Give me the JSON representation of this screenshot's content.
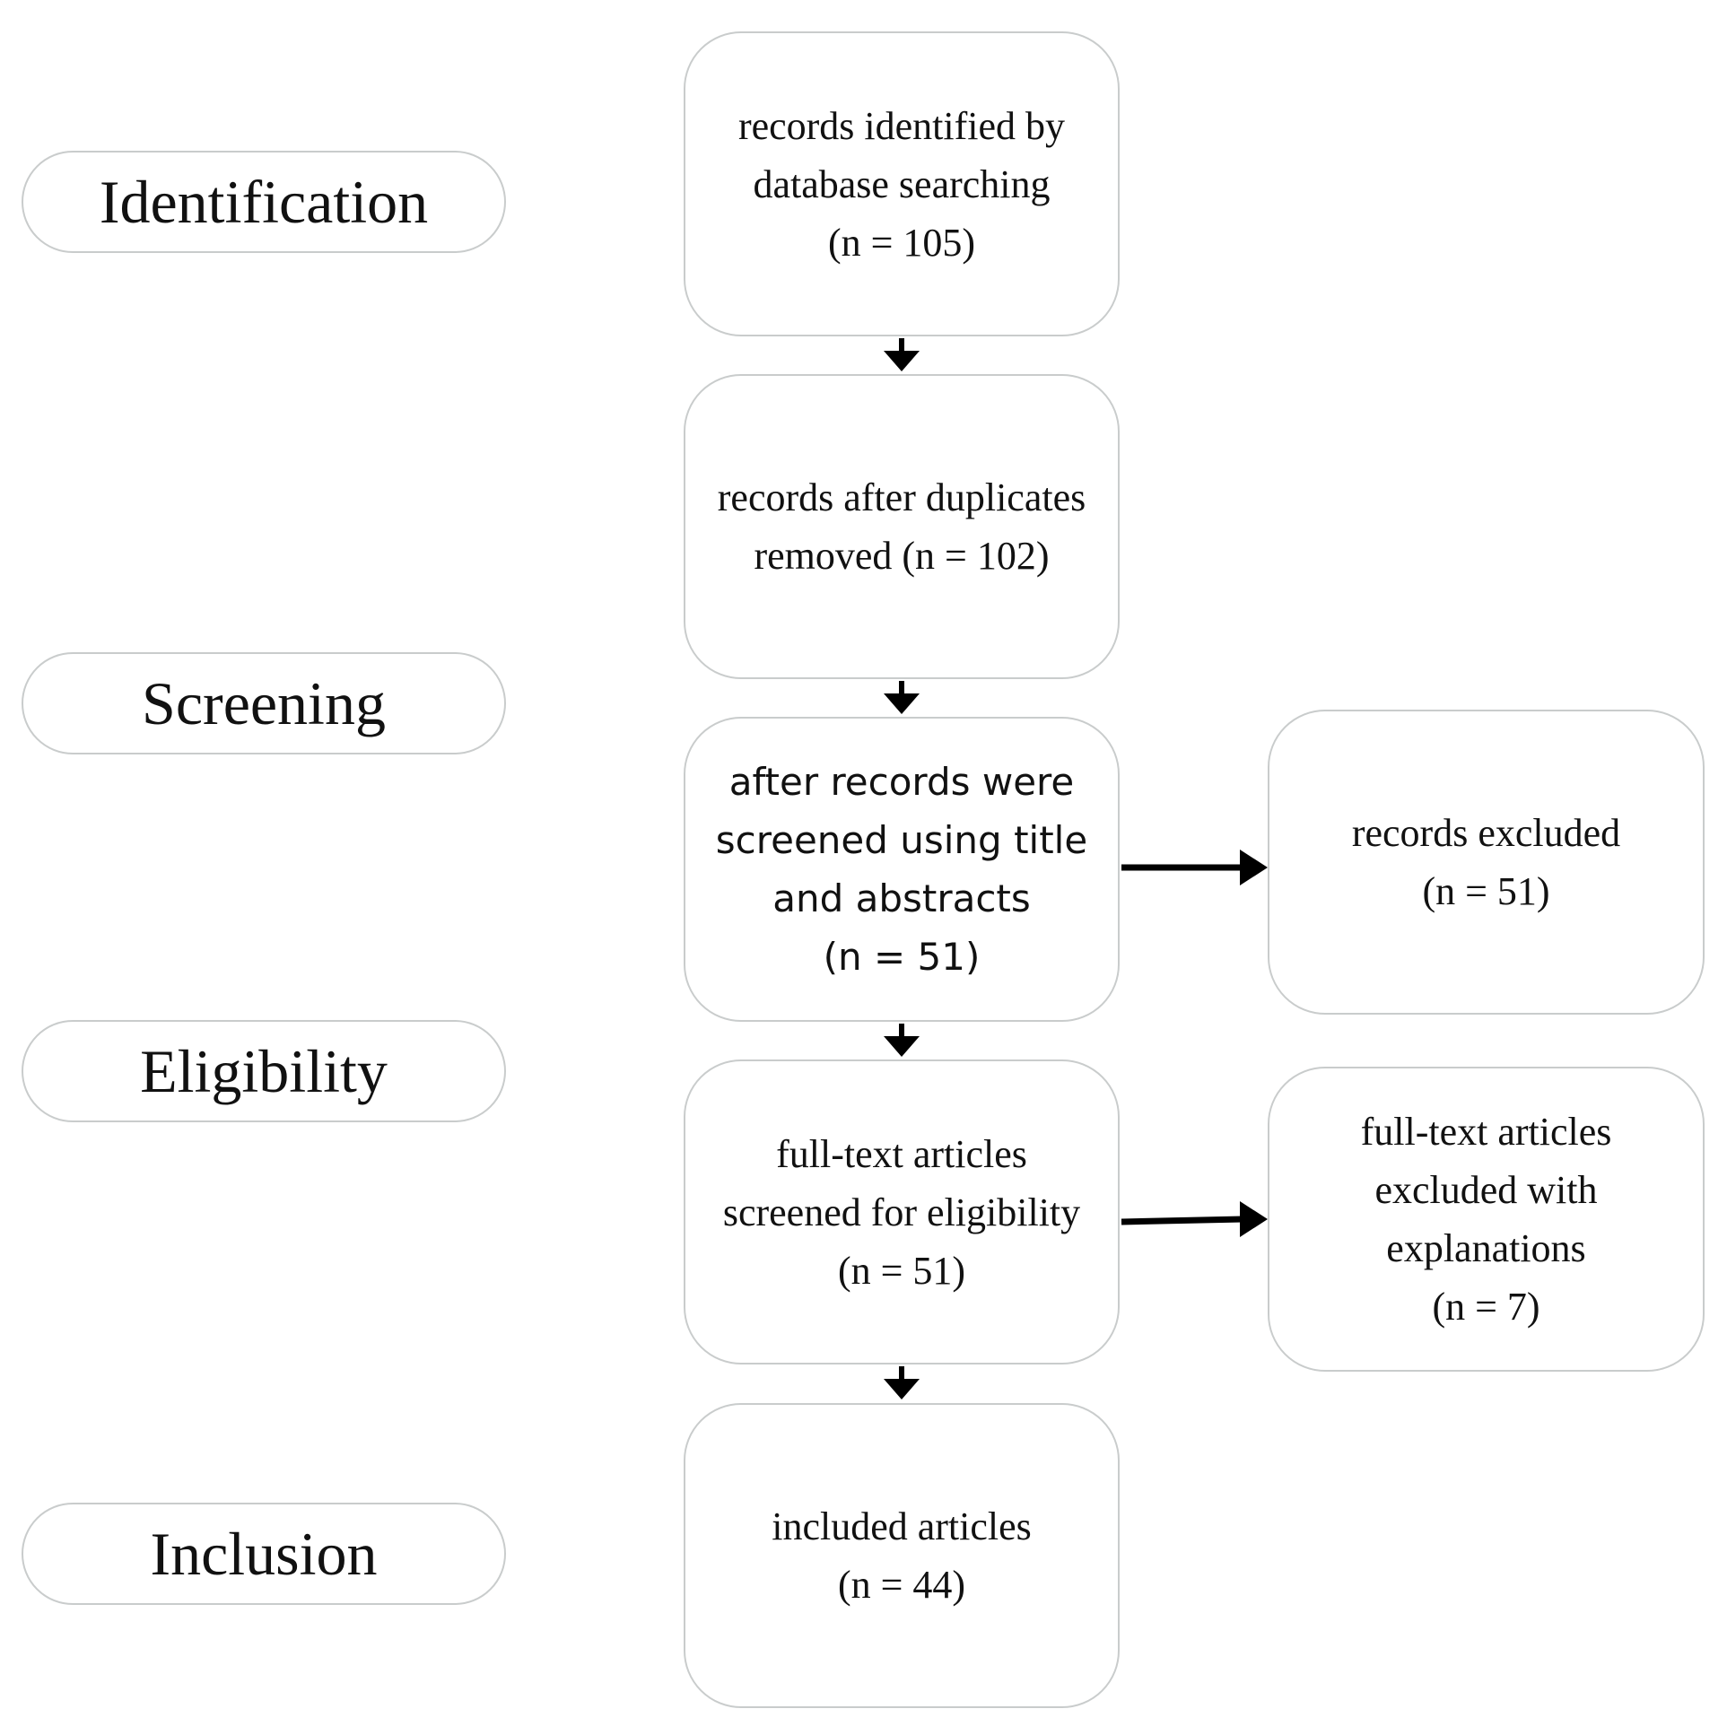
{
  "stages": {
    "identification": "Identification",
    "screening": "Screening",
    "eligibility": "Eligibility",
    "inclusion": "Inclusion"
  },
  "boxes": {
    "identified": {
      "lines": [
        "records identified by",
        "database searching",
        "(n = 105)"
      ]
    },
    "deduplicated": {
      "lines": [
        "records after duplicates",
        "removed (n = 102)"
      ]
    },
    "screened": {
      "lines": [
        "after records were",
        "screened using title",
        "and abstracts",
        "(n = 51)"
      ]
    },
    "records_excluded": {
      "lines": [
        "records excluded",
        "(n = 51)"
      ]
    },
    "full_text": {
      "lines": [
        "full-text articles",
        "screened for eligibility",
        "(n = 51)"
      ]
    },
    "full_text_excluded": {
      "lines": [
        "full-text articles",
        "excluded with",
        "explanations",
        "(n = 7)"
      ]
    },
    "included": {
      "lines": [
        "included articles",
        "(n = 44)"
      ]
    }
  },
  "colors": {
    "border": "#c9cccc",
    "arrow": "#000000",
    "text": "#111111"
  }
}
